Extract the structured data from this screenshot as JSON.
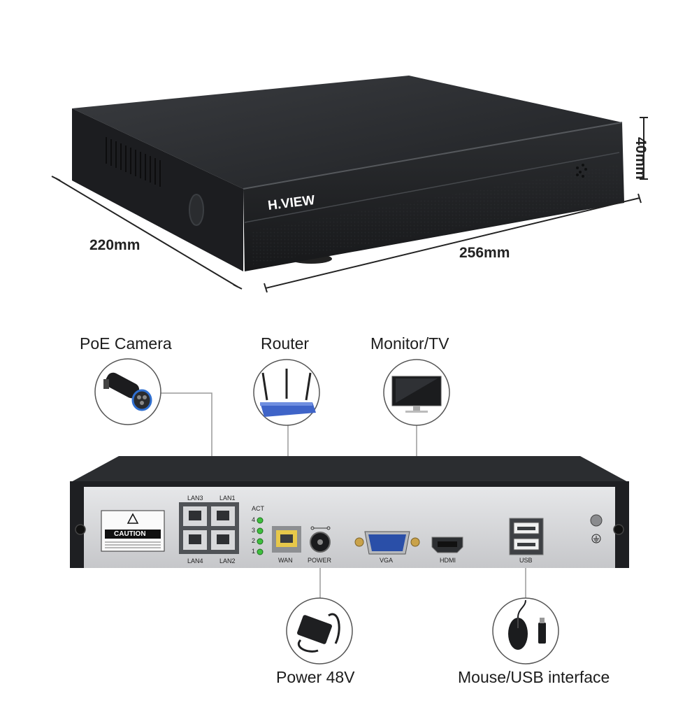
{
  "brand": "H.VIEW",
  "dimensions": {
    "depth": "220mm",
    "width": "256mm",
    "height": "40mm"
  },
  "peripherals": {
    "poe_camera": "PoE Camera",
    "router": "Router",
    "monitor": "Monitor/TV",
    "power": "Power 48V",
    "mouse_usb": "Mouse/USB interface"
  },
  "rear_panel": {
    "caution": "CAUTION",
    "lan3": "LAN3",
    "lan1": "LAN1",
    "lan4": "LAN4",
    "lan2": "LAN2",
    "act": "ACT",
    "led_4": "4",
    "led_3": "3",
    "led_2": "2",
    "led_1": "1",
    "wan": "WAN",
    "power": "POWER",
    "vga": "VGA",
    "hdmi": "HDMI",
    "usb": "USB"
  },
  "colors": {
    "device_body": "#2e3033",
    "rear_plate": "#d9dadc",
    "led_green": "#3fbf3f",
    "vga_blue": "#2a4fa8"
  }
}
